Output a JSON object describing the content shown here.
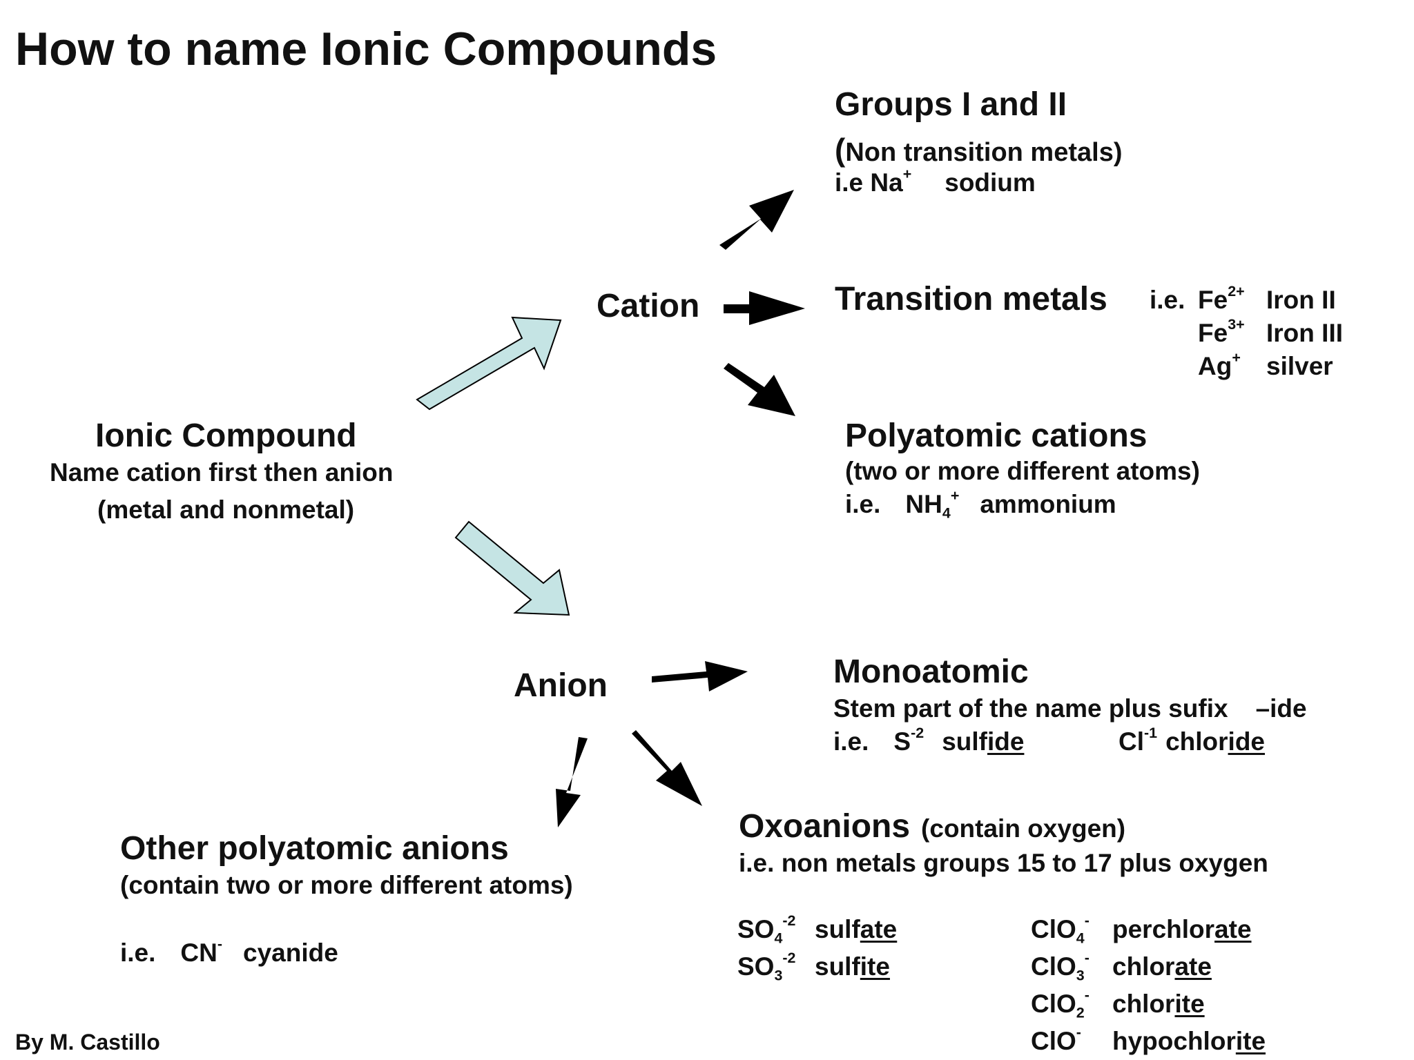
{
  "title": "How to name Ionic Compounds",
  "author": "By M. Castillo",
  "colors": {
    "text": "#111111",
    "arrow_dark": "#000000",
    "arrow_fill": "#c5e4e4",
    "arrow_outline": "#000000"
  },
  "ionic_compound": {
    "heading": "Ionic Compound",
    "line1": "Name cation first then anion",
    "line2": "(metal and nonmetal)"
  },
  "cation": {
    "label": "Cation",
    "groups": {
      "heading": "Groups I and II",
      "paren_open": "(",
      "subtitle": "Non transition metals)",
      "ex_prefix": "i.e Na",
      "ex_charge": "+",
      "ex_name": "sodium"
    },
    "transition": {
      "heading": "Transition metals",
      "ie": "i.e.",
      "examples": [
        {
          "sym": "Fe",
          "charge": "2+",
          "name": "Iron II"
        },
        {
          "sym": "Fe",
          "charge": "3+",
          "name": "Iron III"
        },
        {
          "sym": "Ag",
          "charge": "+",
          "name": "silver"
        }
      ]
    },
    "polyatomic": {
      "heading": "Polyatomic cations",
      "subtitle": "(two or more different atoms)",
      "ie": "i.e.",
      "sym": "NH",
      "sub": "4",
      "charge": "+",
      "name": "ammonium"
    }
  },
  "anion": {
    "label": "Anion",
    "monoatomic": {
      "heading": "Monoatomic",
      "rule": "Stem part of the name plus sufix",
      "suffix": "–ide",
      "ie": "i.e.",
      "ex1": {
        "sym": "S",
        "charge": "-2",
        "stem": "sulf",
        "end": "ide"
      },
      "ex2": {
        "sym": "Cl",
        "charge": "-1",
        "stem": "chlor",
        "end": "ide"
      }
    },
    "oxoanions": {
      "heading": "Oxoanions",
      "paren": "(contain oxygen)",
      "subtitle": "i.e. non metals groups 15 to 17 plus oxygen",
      "sulfur": [
        {
          "sym": "SO",
          "sub": "4",
          "charge": "-2",
          "stem": "sulf",
          "end": "ate"
        },
        {
          "sym": "SO",
          "sub": "3",
          "charge": "-2",
          "stem": "sulf",
          "end": "ite"
        }
      ],
      "chlorine": [
        {
          "sym": "ClO",
          "sub": "4",
          "charge": "-",
          "stem": "perchlor",
          "end": "ate"
        },
        {
          "sym": "ClO",
          "sub": "3",
          "charge": "-",
          "stem": "chlor",
          "end": "ate"
        },
        {
          "sym": "ClO",
          "sub": "2",
          "charge": "-",
          "stem": "chlor",
          "end": "ite"
        },
        {
          "sym": "ClO",
          "sub": "",
          "charge": "-",
          "stem": "hypochlor",
          "end": "ite"
        }
      ]
    },
    "other": {
      "heading": "Other polyatomic anions",
      "subtitle": "(contain two or more different atoms)",
      "ie": "i.e.",
      "sym": "CN",
      "charge": "-",
      "name": "cyanide"
    }
  }
}
